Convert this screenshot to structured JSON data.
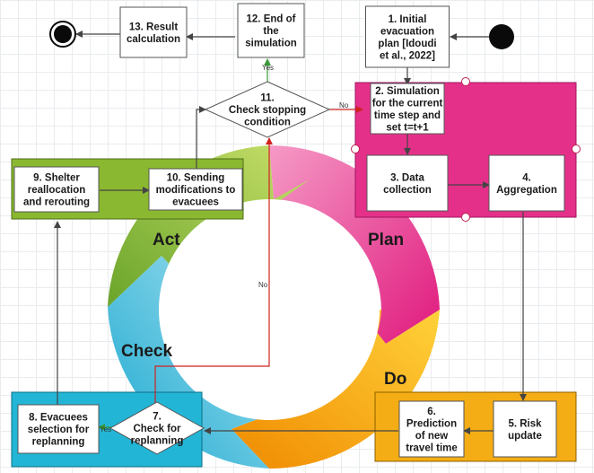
{
  "phases": {
    "plan": "Plan",
    "do": "Do",
    "check": "Check",
    "act": "Act"
  },
  "nodes": {
    "n1": [
      "1. Initial",
      "evacuation",
      "plan [Idoudi",
      "et al., 2022]"
    ],
    "n2": [
      "2. Simulation",
      "for the current",
      "time step and",
      "set t=t+1"
    ],
    "n3": [
      "3. Data",
      "collection"
    ],
    "n4": [
      "4.",
      "Aggregation"
    ],
    "n5": [
      "5. Risk",
      "update"
    ],
    "n6": [
      "6.",
      "Prediction",
      "of new",
      "travel time"
    ],
    "n7": [
      "7.",
      "Check for",
      "replanning"
    ],
    "n8": [
      "8. Evacuees",
      "selection for",
      "replanning"
    ],
    "n9": [
      "9. Shelter",
      "reallocation",
      "and rerouting"
    ],
    "n10": [
      "10. Sending",
      "modifications to",
      "evacuees"
    ],
    "n11": [
      "11.",
      "Check stopping",
      "condition"
    ],
    "n12": [
      "12. End of",
      "the",
      "simulation"
    ],
    "n13": [
      "13. Result",
      "calculation"
    ]
  },
  "edge_labels": {
    "yes_stop": "Yes",
    "no_stop": "No",
    "yes_replan": "Yes",
    "no_replan": "No"
  },
  "colors": {
    "plan": "#e8358a",
    "do": "#f5a800",
    "check": "#3bbcd8",
    "act": "#8dbb2c",
    "red_line": "#d0231f",
    "green_line": "#3a9a3a"
  }
}
